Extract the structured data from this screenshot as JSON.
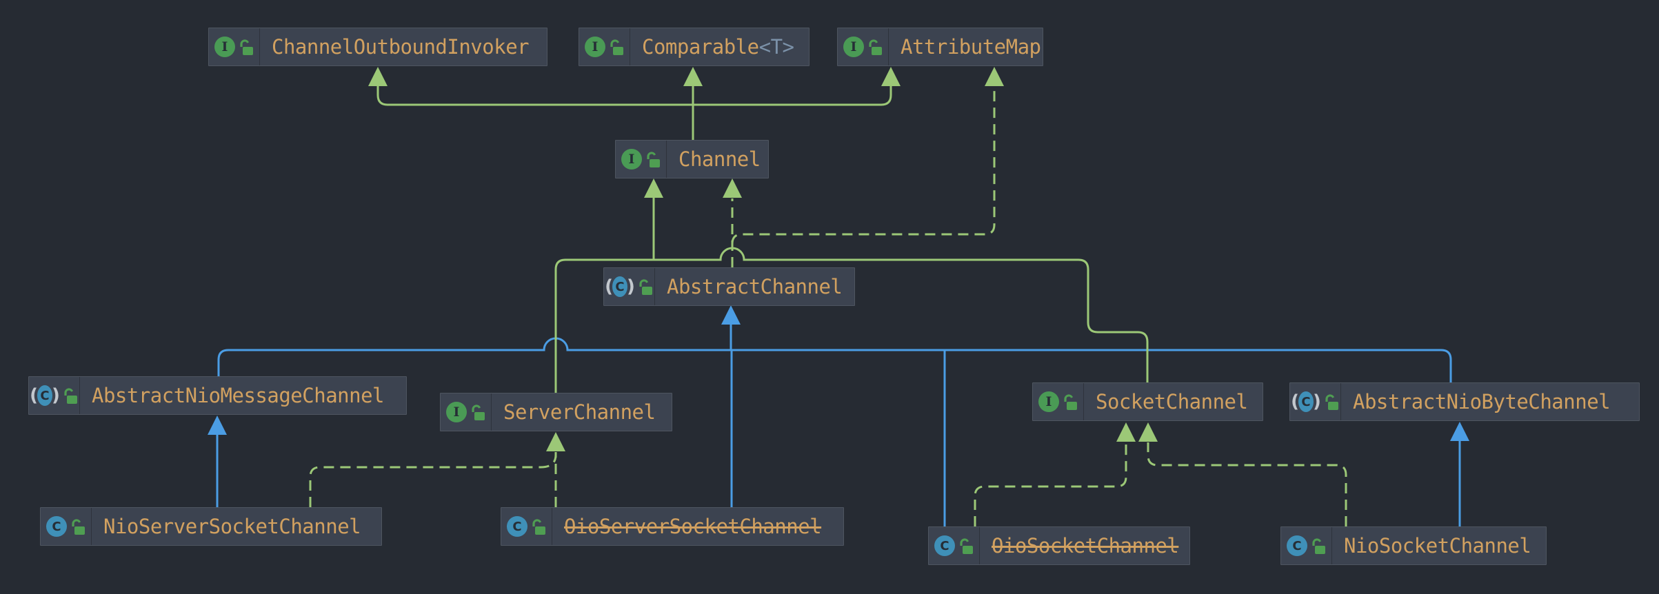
{
  "diagram": {
    "title": "Netty Channel class hierarchy UML diagram",
    "icon_letters": {
      "interface": "I",
      "class": "C",
      "paren_open": "(",
      "paren_close": ")"
    },
    "colors": {
      "background": "#262B33",
      "node_fill": "#3C4350",
      "node_border": "#4E5560",
      "label_text": "#D2A160",
      "generic_text": "#7B91A8",
      "interface_edge_green": "#9CC877",
      "extends_edge_blue": "#4B9DE4",
      "interface_icon_green": "#4A9B55",
      "class_icon_blue": "#3F90B8",
      "lock_icon_green": "#4F9E52"
    },
    "nodes": [
      {
        "label": "ChannelOutboundInvoker",
        "kind": "interface",
        "deprecated": false
      },
      {
        "label": "Comparable",
        "generic": "<T>",
        "kind": "interface",
        "deprecated": false
      },
      {
        "label": "AttributeMap",
        "kind": "interface",
        "deprecated": false
      },
      {
        "label": "Channel",
        "kind": "interface",
        "deprecated": false
      },
      {
        "label": "AbstractChannel",
        "kind": "abstract_class",
        "deprecated": false
      },
      {
        "label": "AbstractNioMessageChannel",
        "kind": "abstract_class",
        "deprecated": false
      },
      {
        "label": "ServerChannel",
        "kind": "interface",
        "deprecated": false
      },
      {
        "label": "SocketChannel",
        "kind": "interface",
        "deprecated": false
      },
      {
        "label": "AbstractNioByteChannel",
        "kind": "abstract_class",
        "deprecated": false
      },
      {
        "label": "NioServerSocketChannel",
        "kind": "class",
        "deprecated": false
      },
      {
        "label": "OioServerSocketChannel",
        "kind": "class",
        "deprecated": true
      },
      {
        "label": "OioSocketChannel",
        "kind": "class",
        "deprecated": true
      },
      {
        "label": "NioSocketChannel",
        "kind": "class",
        "deprecated": false
      }
    ],
    "edges": [
      {
        "from": "Channel",
        "to": "ChannelOutboundInvoker",
        "type": "extends-interface",
        "style": "solid-green"
      },
      {
        "from": "Channel",
        "to": "Comparable<T>",
        "type": "extends-interface",
        "style": "solid-green"
      },
      {
        "from": "Channel",
        "to": "AttributeMap",
        "type": "extends-interface",
        "style": "solid-green"
      },
      {
        "from": "ServerChannel",
        "to": "Channel",
        "type": "extends-interface",
        "style": "solid-green"
      },
      {
        "from": "SocketChannel",
        "to": "Channel",
        "type": "extends-interface",
        "style": "solid-green"
      },
      {
        "from": "AbstractChannel",
        "to": "Channel",
        "type": "implements",
        "style": "dashed-green"
      },
      {
        "from": "AbstractChannel",
        "to": "AttributeMap",
        "type": "implements",
        "style": "dashed-green"
      },
      {
        "from": "AbstractNioMessageChannel",
        "to": "AbstractChannel",
        "type": "extends",
        "style": "solid-blue"
      },
      {
        "from": "AbstractNioByteChannel",
        "to": "AbstractChannel",
        "type": "extends",
        "style": "solid-blue"
      },
      {
        "from": "OioServerSocketChannel",
        "to": "AbstractChannel",
        "type": "extends",
        "style": "solid-blue"
      },
      {
        "from": "OioSocketChannel",
        "to": "AbstractChannel",
        "type": "extends",
        "style": "solid-blue"
      },
      {
        "from": "NioServerSocketChannel",
        "to": "AbstractNioMessageChannel",
        "type": "extends",
        "style": "solid-blue"
      },
      {
        "from": "NioSocketChannel",
        "to": "AbstractNioByteChannel",
        "type": "extends",
        "style": "solid-blue"
      },
      {
        "from": "NioServerSocketChannel",
        "to": "ServerChannel",
        "type": "implements",
        "style": "dashed-green"
      },
      {
        "from": "OioServerSocketChannel",
        "to": "ServerChannel",
        "type": "implements",
        "style": "dashed-green"
      },
      {
        "from": "OioSocketChannel",
        "to": "SocketChannel",
        "type": "implements",
        "style": "dashed-green"
      },
      {
        "from": "NioSocketChannel",
        "to": "SocketChannel",
        "type": "implements",
        "style": "dashed-green"
      }
    ]
  }
}
